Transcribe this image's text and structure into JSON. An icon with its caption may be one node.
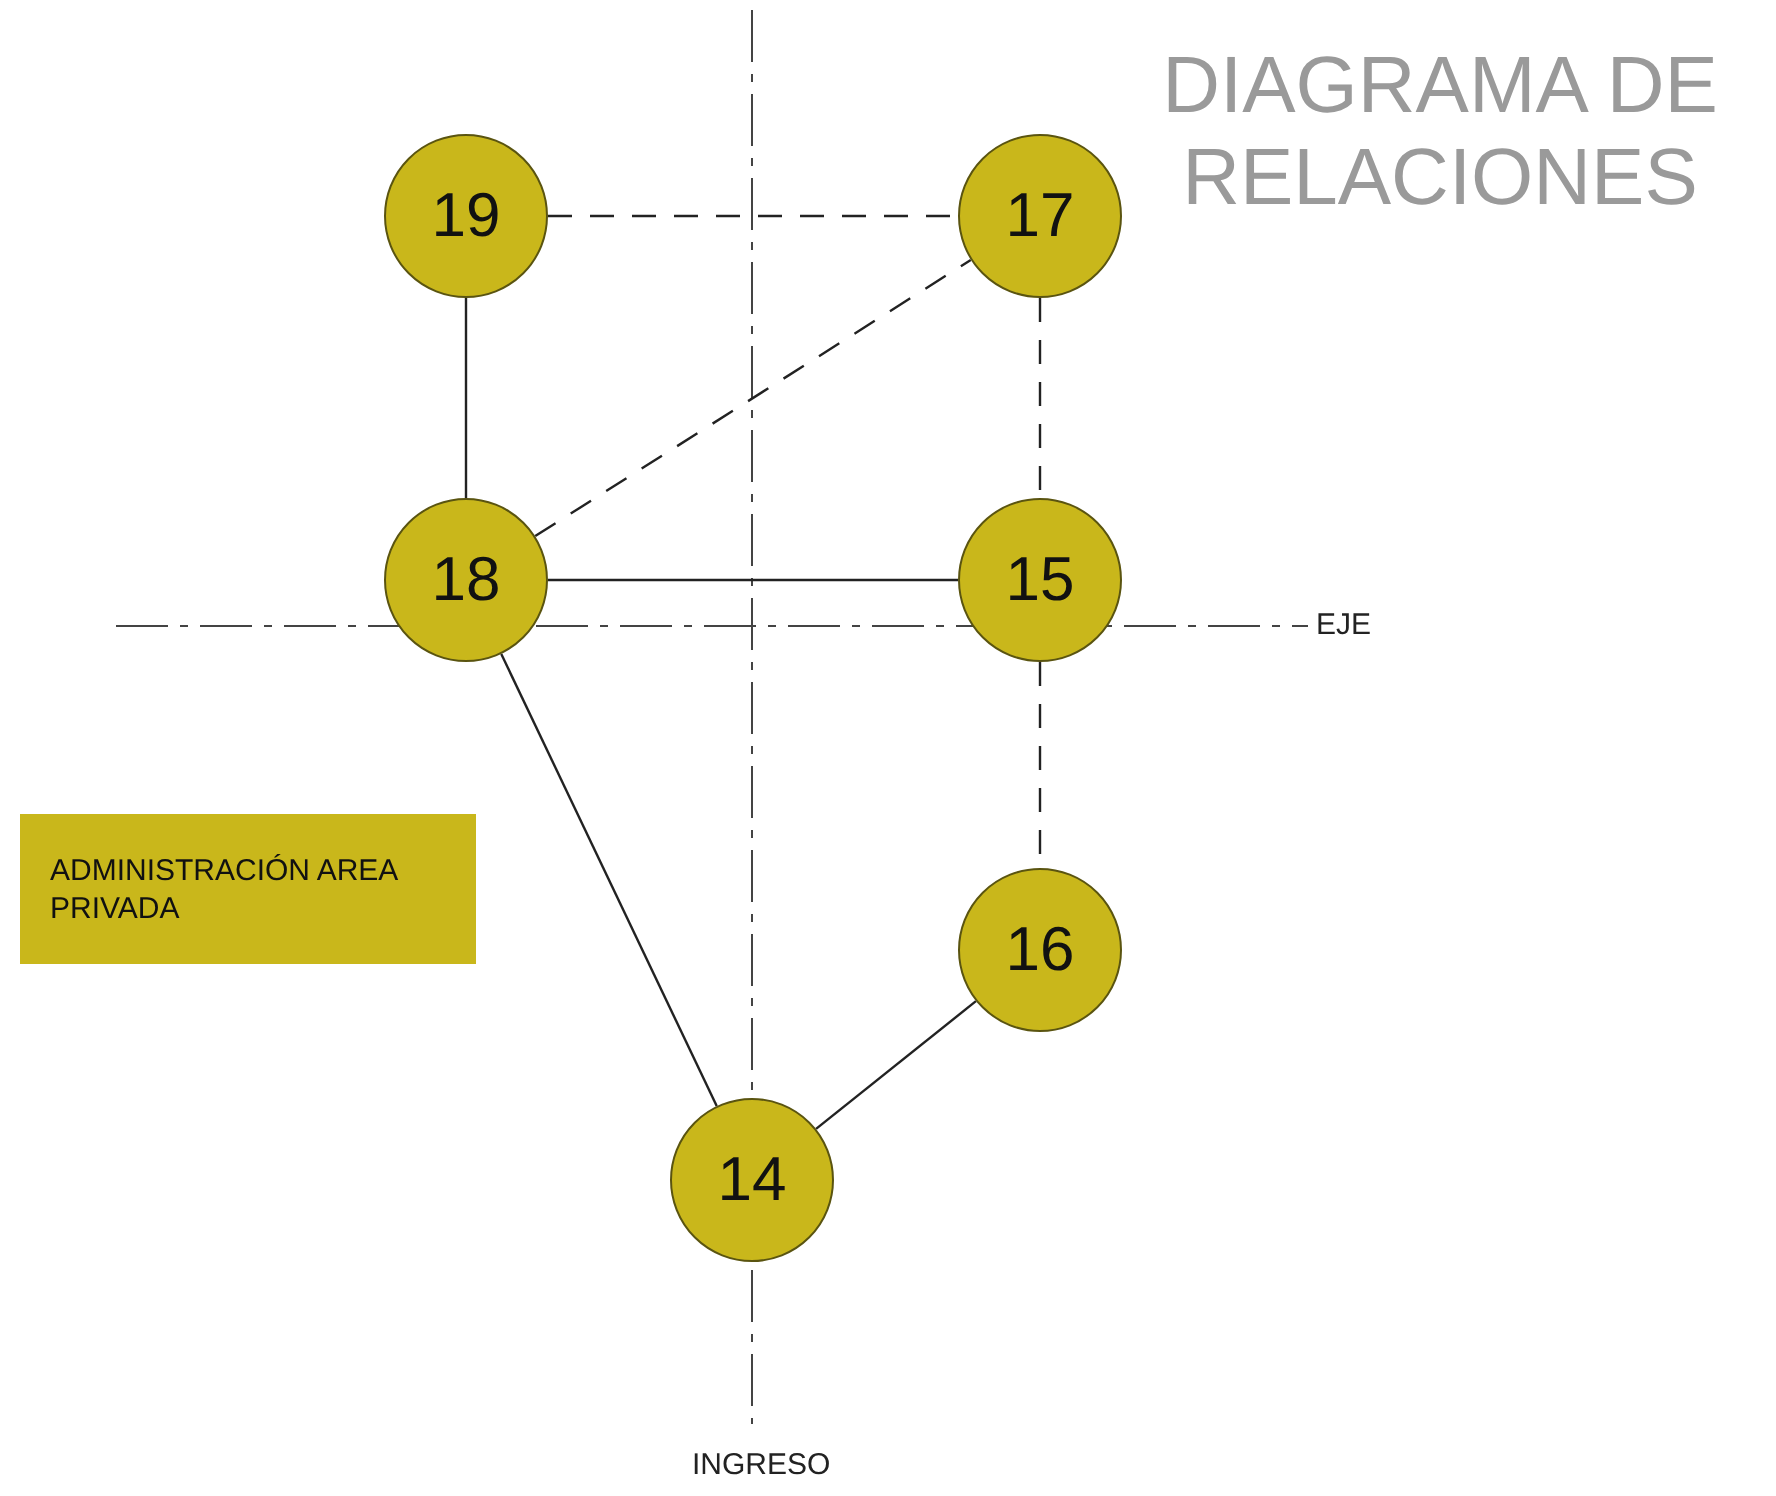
{
  "diagram": {
    "title": "DIAGRAMA DE RELACIONES",
    "nodes": [
      {
        "text": [
          "19"
        ]
      },
      {
        "text": [
          "17"
        ]
      },
      {
        "text": [
          "18"
        ]
      },
      {
        "text": [
          "15"
        ]
      },
      {
        "text": [
          "16"
        ]
      },
      {
        "text": [
          "14"
        ]
      }
    ],
    "edges": [
      {
        "from": 0,
        "to": 1,
        "arrow": "none",
        "style": "dashed"
      },
      {
        "from": 0,
        "to": 2,
        "arrow": "none"
      },
      {
        "from": 2,
        "to": 1,
        "arrow": "none",
        "style": "dashed"
      },
      {
        "from": 1,
        "to": 3,
        "arrow": "none",
        "style": "dashed"
      },
      {
        "from": 2,
        "to": 3,
        "arrow": "none"
      },
      {
        "from": 3,
        "to": 4,
        "arrow": "none",
        "style": "dashed"
      },
      {
        "from": 2,
        "to": 5,
        "arrow": "none"
      },
      {
        "from": 4,
        "to": 5,
        "arrow": "none"
      }
    ],
    "labels": [
      "EJE",
      "INGRESO"
    ],
    "legend": [
      {
        "text": "ADMINISTRACIÓN AREA PRIVADA",
        "color": "#c9b71b"
      }
    ]
  }
}
